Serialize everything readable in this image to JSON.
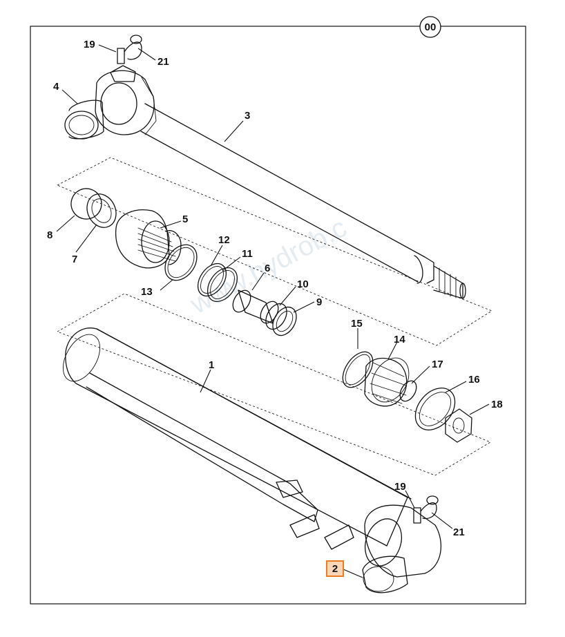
{
  "page_id": "00",
  "watermark": "www.hydrob.c",
  "highlighted_part": "2",
  "callouts": {
    "c19a": "19",
    "c21a": "21",
    "c4": "4",
    "c3": "3",
    "c5": "5",
    "c8": "8",
    "c7": "7",
    "c12": "12",
    "c11": "11",
    "c13": "13",
    "c6": "6",
    "c10": "10",
    "c9": "9",
    "c15": "15",
    "c14": "14",
    "c17": "17",
    "c16": "16",
    "c18": "18",
    "c1": "1",
    "c19b": "19",
    "c21b": "21"
  },
  "colors": {
    "highlight_border": "#f07b1e",
    "highlight_fill": "#f9d6b7",
    "watermark": "#9fb9cf"
  }
}
